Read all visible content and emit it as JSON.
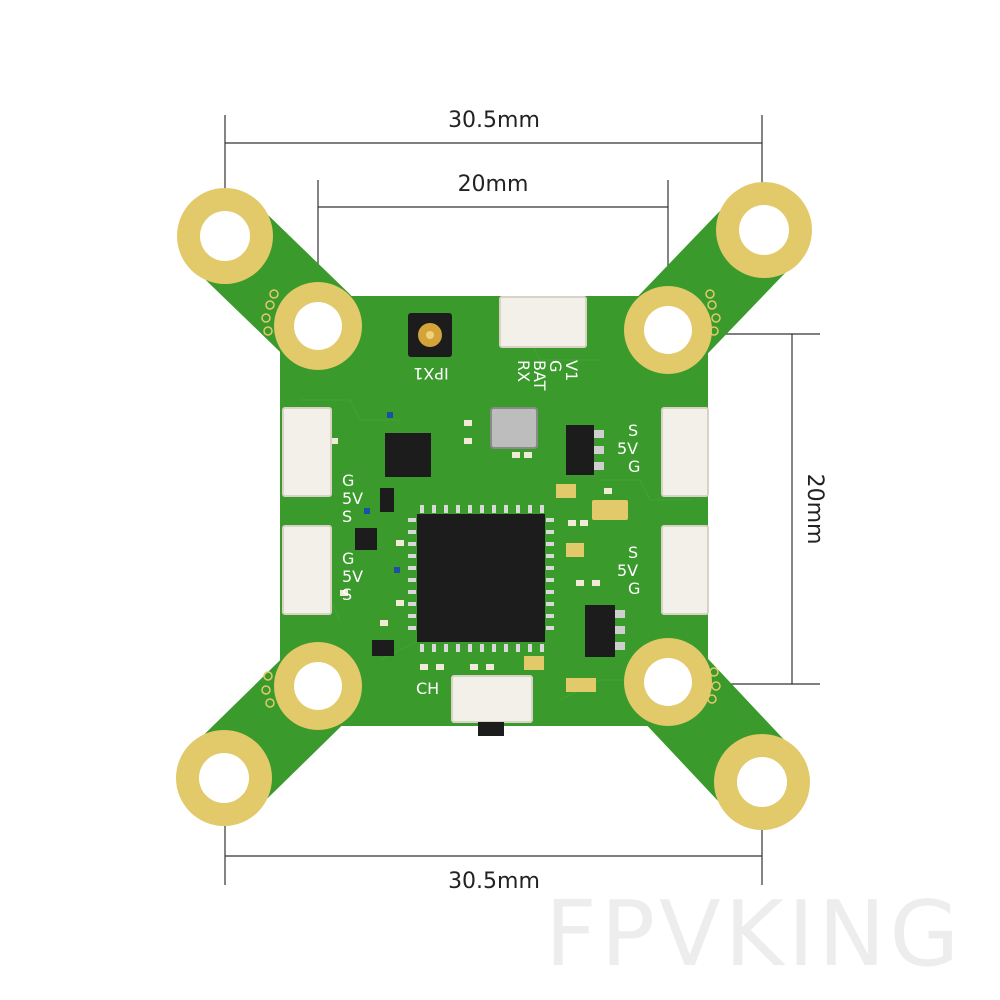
{
  "dimensions": {
    "mount_outer_top": "30.5mm",
    "mount_inner_top": "20mm",
    "mount_inner_right": "20mm",
    "mount_outer_bottom": "30.5mm"
  },
  "silkscreen": {
    "antenna": "IPX1",
    "rx_pins": [
      "V1",
      "G",
      "BAT",
      "RX"
    ],
    "left_port_top": [
      "G",
      "5V",
      "S"
    ],
    "left_port_bottom": [
      "G",
      "5V",
      "S"
    ],
    "right_port_top": [
      "S",
      "5V",
      "G"
    ],
    "right_port_bottom": [
      "S",
      "5V",
      "G"
    ],
    "channel": "CH"
  },
  "watermark": "FPVKING",
  "colors": {
    "pcb": "#3a9a2c",
    "pcb_edge": "#2f8a24",
    "pad": "#e2c96a",
    "pad_hole": "#ffffff",
    "chip": "#1c1c1c",
    "connector": "#f3f0ea"
  }
}
